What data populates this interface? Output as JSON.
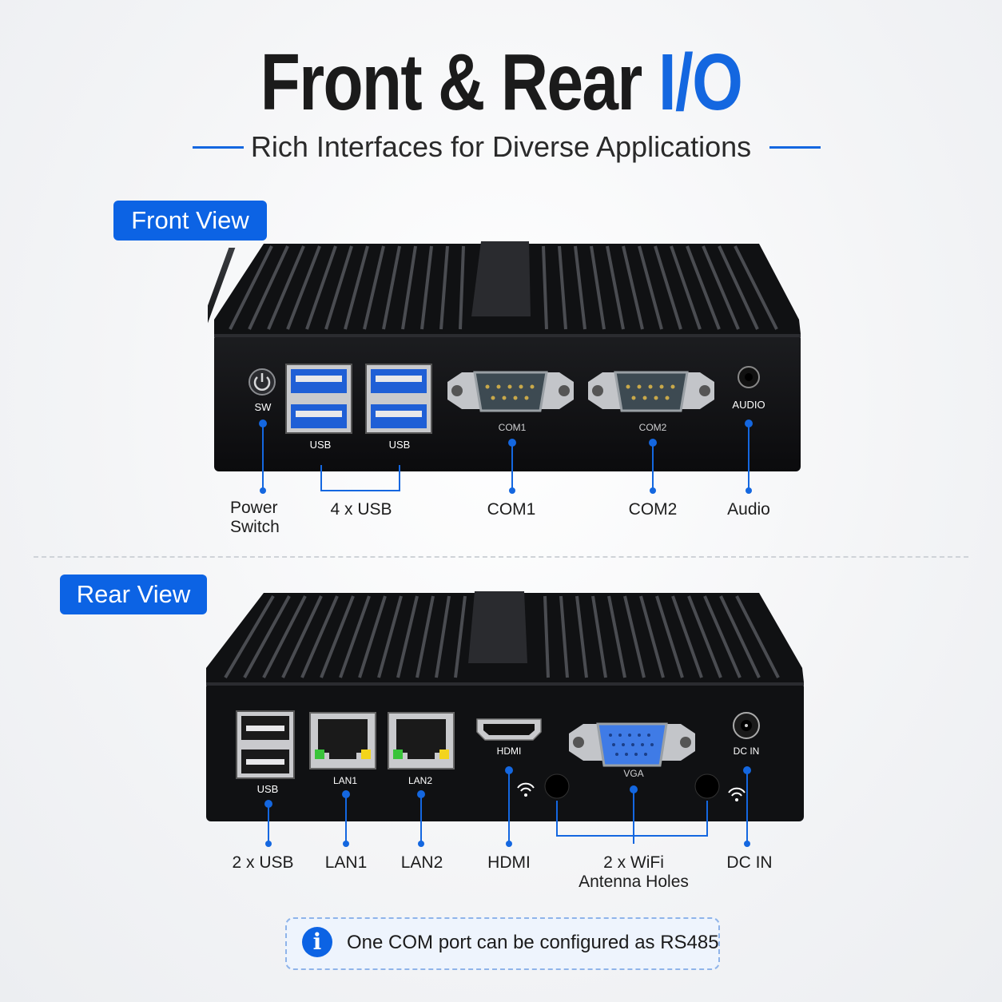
{
  "header": {
    "title_main": "Front & Rear ",
    "title_accent": "I/O",
    "subtitle": "Rich Interfaces for Diverse Applications"
  },
  "front": {
    "badge": "Front View",
    "port_labels": {
      "sw": "SW",
      "usb1": "USB",
      "usb2": "USB",
      "com1": "COM1",
      "com2": "COM2",
      "audio": "AUDIO"
    },
    "callouts": {
      "power_line1": "Power",
      "power_line2": "Switch",
      "usb": "4 x USB",
      "com1": "COM1",
      "com2": "COM2",
      "audio": "Audio"
    }
  },
  "rear": {
    "badge": "Rear View",
    "port_labels": {
      "usb": "USB",
      "lan1": "LAN1",
      "lan2": "LAN2",
      "hdmi": "HDMI",
      "vga": "VGA",
      "dcin": "DC IN"
    },
    "callouts": {
      "usb": "2 x USB",
      "lan1": "LAN1",
      "lan2": "LAN2",
      "hdmi": "HDMI",
      "wifi_line1": "2 x WiFi",
      "wifi_line2": "Antenna Holes",
      "dcin": "DC IN"
    }
  },
  "note": {
    "icon": "info-icon",
    "text": "One COM port can be configured as RS485"
  },
  "colors": {
    "accent": "#1467e0",
    "badge": "#0c63e4",
    "usb3_blue": "#1f5fd6",
    "vga_blue": "#3f7be6",
    "led_green": "#39c43a",
    "led_yellow": "#f3d41c"
  }
}
